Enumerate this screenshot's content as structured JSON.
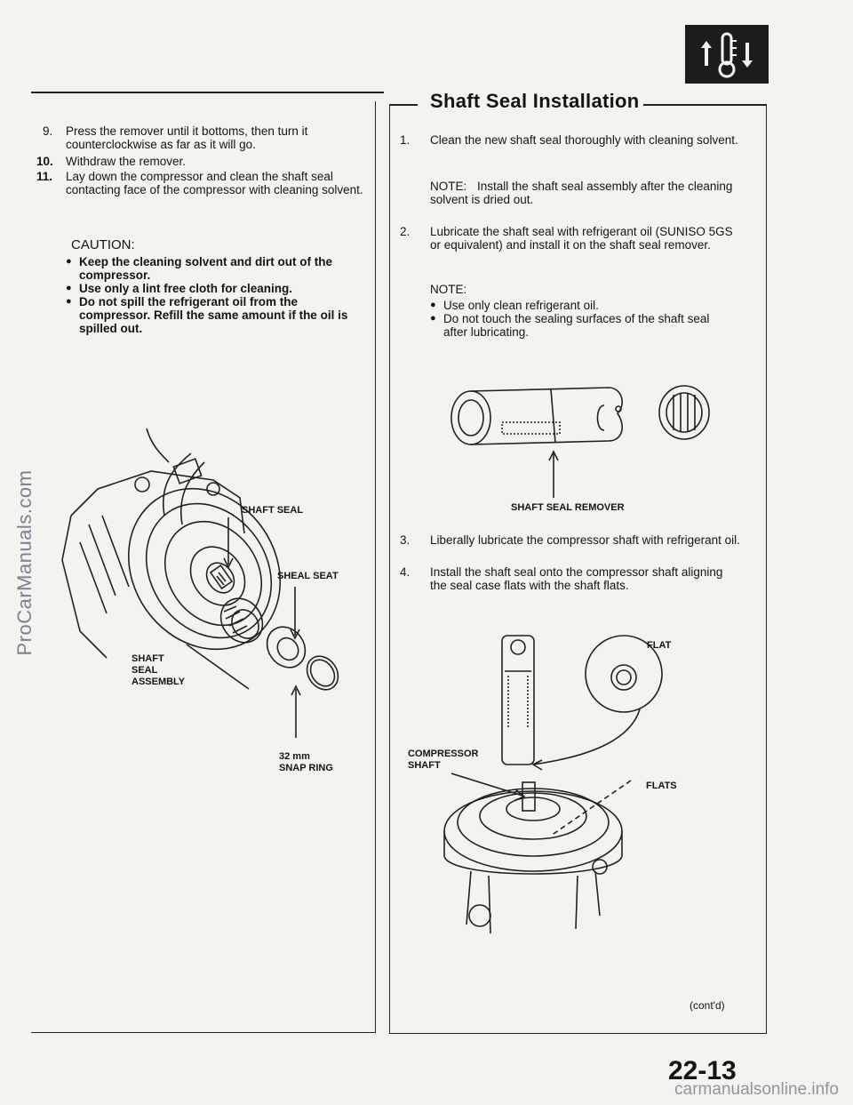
{
  "watermark_left": "ProCarManuals.com",
  "watermark_bottom": "carmanualsonline.info",
  "section_title": "Shaft Seal Installation",
  "left_steps": [
    {
      "num": "9.",
      "text": "Press the remover until it bottoms, then turn it counterclockwise as far as it will go."
    },
    {
      "num": "10.",
      "text": "Withdraw the remover."
    },
    {
      "num": "11.",
      "text": "Lay down the compressor and clean the shaft seal contacting face of the compressor with cleaning solvent."
    }
  ],
  "caution": {
    "title": "CAUTION:",
    "items": [
      "Keep the cleaning solvent and dirt out of the compressor.",
      "Use only a lint free cloth for cleaning.",
      "Do not spill the refrigerant oil from the compressor. Refill the same amount if the oil is spilled out."
    ]
  },
  "left_diagram_labels": {
    "shaft_seal": "SHAFT SEAL",
    "sheal_seat": "SHEAL SEAT",
    "shaft_seal_assembly": "SHAFT\nSEAL\nASSEMBLY",
    "snap_ring": "32 mm\nSNAP RING"
  },
  "right_steps_top": [
    {
      "num": "1.",
      "text": "Clean the new shaft seal thoroughly with cleaning solvent."
    },
    {
      "num": "2.",
      "text": "Lubricate the shaft seal with refrigerant oil (SUNISO 5GS or equivalent) and install it on the shaft seal remover."
    }
  ],
  "note1": {
    "title": "NOTE:",
    "text": "Install the shaft seal assembly after the cleaning solvent is dried out."
  },
  "note2": {
    "title": "NOTE:",
    "items": [
      "Use only clean refrigerant oil.",
      "Do not touch the sealing surfaces of the shaft seal after lubricating."
    ]
  },
  "remover_label": "SHAFT SEAL REMOVER",
  "right_steps_bottom": [
    {
      "num": "3.",
      "text": "Liberally lubricate the compressor shaft with refrigerant oil."
    },
    {
      "num": "4.",
      "text": "Install the shaft seal onto the compressor shaft aligning the seal case flats with the shaft flats."
    }
  ],
  "right_diagram_labels": {
    "flat": "FLAT",
    "flats": "FLATS",
    "compressor_shaft": "COMPRESSOR\nSHAFT"
  },
  "contd": "(cont'd)",
  "page_number": "22-13"
}
